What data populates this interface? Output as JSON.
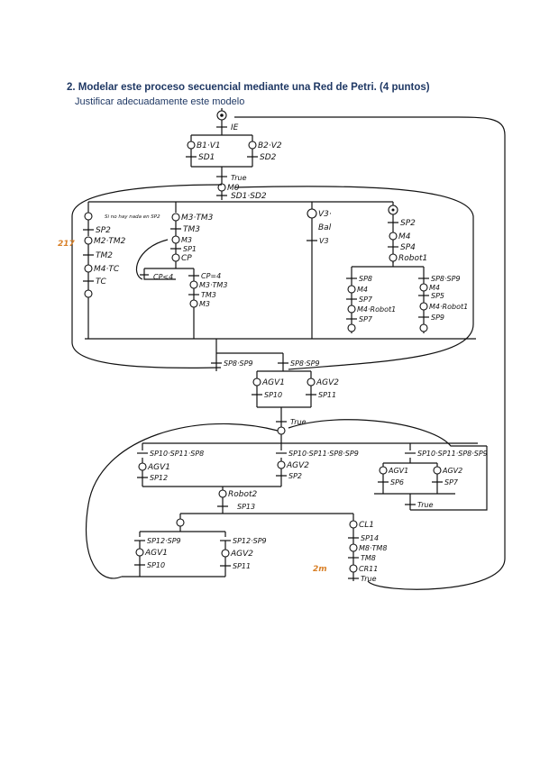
{
  "question": {
    "title": "2. Modelar este proceso secuencial mediante una Red de Petri. (4 puntos)",
    "subtitle": "Justificar adecuadamente este modelo"
  },
  "net": {
    "top": {
      "t_ie": "IE",
      "p_b1v1": "B1·V1",
      "t_sd1": "SD1",
      "p_b2v2": "B2·V2",
      "t_sd2": "SD2",
      "t_true1": "True",
      "p_m0": "M0",
      "t_sd1sd2": "SD1·SD2"
    },
    "branch1": {
      "note": "Si no hay nada en SP2",
      "t_sp2": "SP2",
      "p_m2tm2": "M2·TM2",
      "t_tm2": "TM2",
      "p_m4tc": "M4·TC",
      "t_tc": "TC",
      "mark_217": "217"
    },
    "branch2": {
      "p_m3tm3": "M3·TM3",
      "t_tm3": "TM3",
      "p_m3": "M3",
      "t_sp1": "SP1",
      "p_cp": "CP",
      "t_cp4": "CP<4",
      "t_cp4b": "CP=4",
      "p_m3tm3b": "M3·TM3",
      "t_tm3b": "TM3",
      "p_m3b": "M3"
    },
    "branch3": {
      "p_v3bal": "V3·",
      "p_bal": "Bal",
      "t_v3": "V3"
    },
    "branch4": {
      "t_sp2": "SP2",
      "p_m4": "M4",
      "t_sp4": "SP4",
      "p_robot1": "Robot1",
      "t_sp8": "SP8",
      "p_m4a": "M4",
      "t_sp7": "SP7",
      "p_m4robot1": "M4·Robot1",
      "t_sp7b": "SP7",
      "t_sp8sp9": "SP8·SP9",
      "p_m4b": "M4",
      "t_sp5": "SP5",
      "p_m4robot1b": "M4·Robot1",
      "t_sp9": "SP9"
    },
    "mid": {
      "t_sp8sp9a": "SP8·SP9",
      "t_sp8sp9b": "SP8·SP9",
      "p_agv1": "AGV1",
      "t_sp10": "SP10",
      "p_agv2": "AGV2",
      "t_sp11": "SP11",
      "t_true2": "True"
    },
    "low": {
      "t_a": "SP10·SP11·SP8",
      "p_agv1": "AGV1",
      "t_sp12": "SP12",
      "t_b": "SP10·SP11·SP8·SP9",
      "p_agv2": "AGV2",
      "t_sp2": "SP2",
      "t_c": "SP10·SP11·SP8·SP9",
      "p_agv1b": "AGV1",
      "t_sp6": "SP6",
      "p_agv2b": "AGV2",
      "t_sp7": "SP7",
      "t_true3": "True",
      "p_robot2": "Robot2",
      "t_sp13": "SP13"
    },
    "bottom": {
      "t_sp12sp9": "SP12·SP9",
      "p_agv1": "AGV1",
      "t_sp10": "SP10",
      "t_sp12sp9b": "SP12·SP9",
      "p_agv2": "AGV2",
      "t_sp11": "SP11",
      "p_cl1": "CL1",
      "t_sp14": "SP14",
      "p_m8tm8": "M8·TM8",
      "t_tm8": "TM8",
      "p_cr11": "CR11",
      "t_true4": "True",
      "mark_2m": "2m"
    }
  }
}
